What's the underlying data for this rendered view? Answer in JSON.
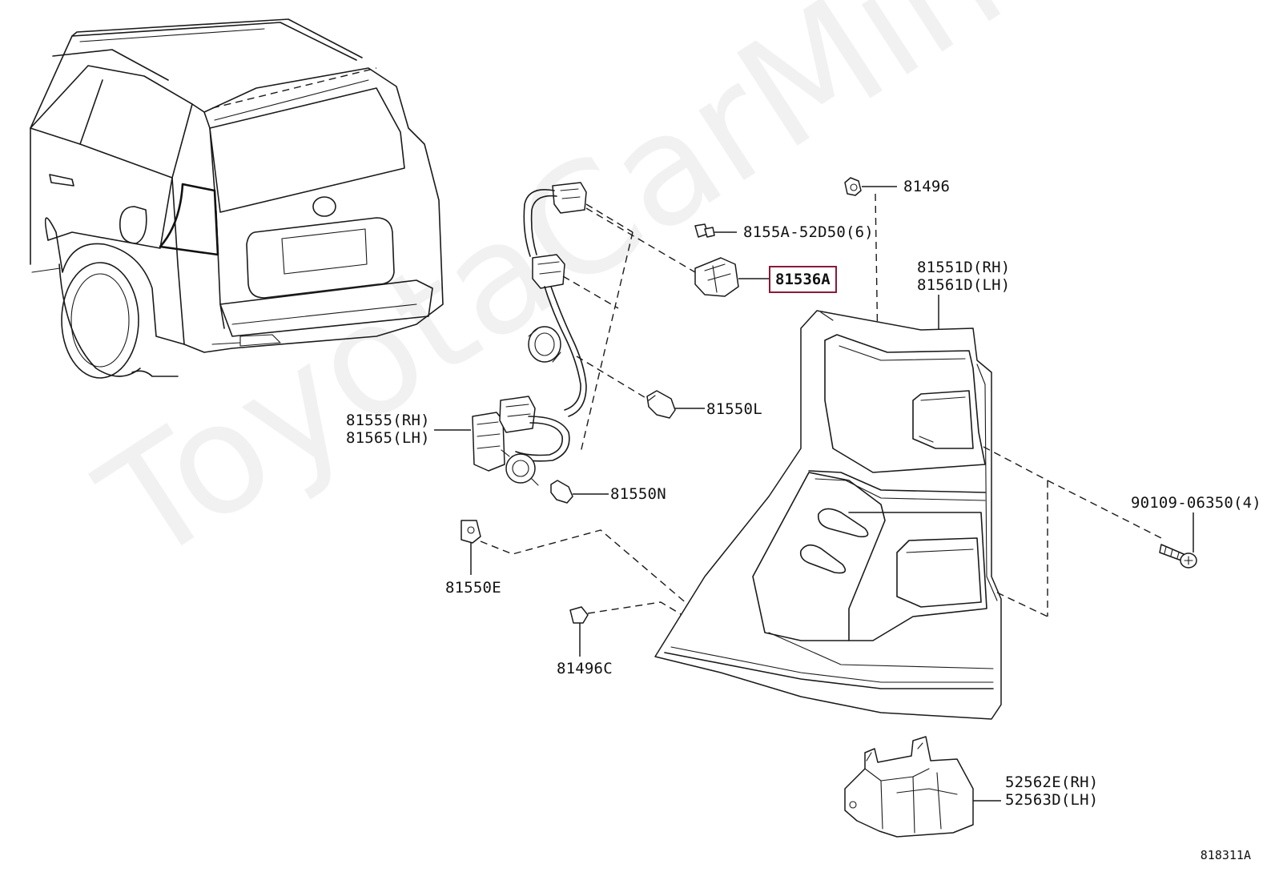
{
  "watermark": "ToyotaCarMine.ru",
  "highlight_color": "#8a1a3a",
  "diagram_id": "818311A",
  "parts": {
    "p81496": "81496",
    "p8155A": "8155A-52D50(6)",
    "p81536A": "81536A",
    "p81551D": "81551D(RH)",
    "p81561D": "81561D(LH)",
    "p81555": "81555(RH)",
    "p81565": "81565(LH)",
    "p81550L": "81550L",
    "p81550N": "81550N",
    "p81550E": "81550E",
    "p81496C": "81496C",
    "p90109": "90109-06350(4)",
    "p52562E": "52562E(RH)",
    "p52563D": "52563D(LH)"
  }
}
